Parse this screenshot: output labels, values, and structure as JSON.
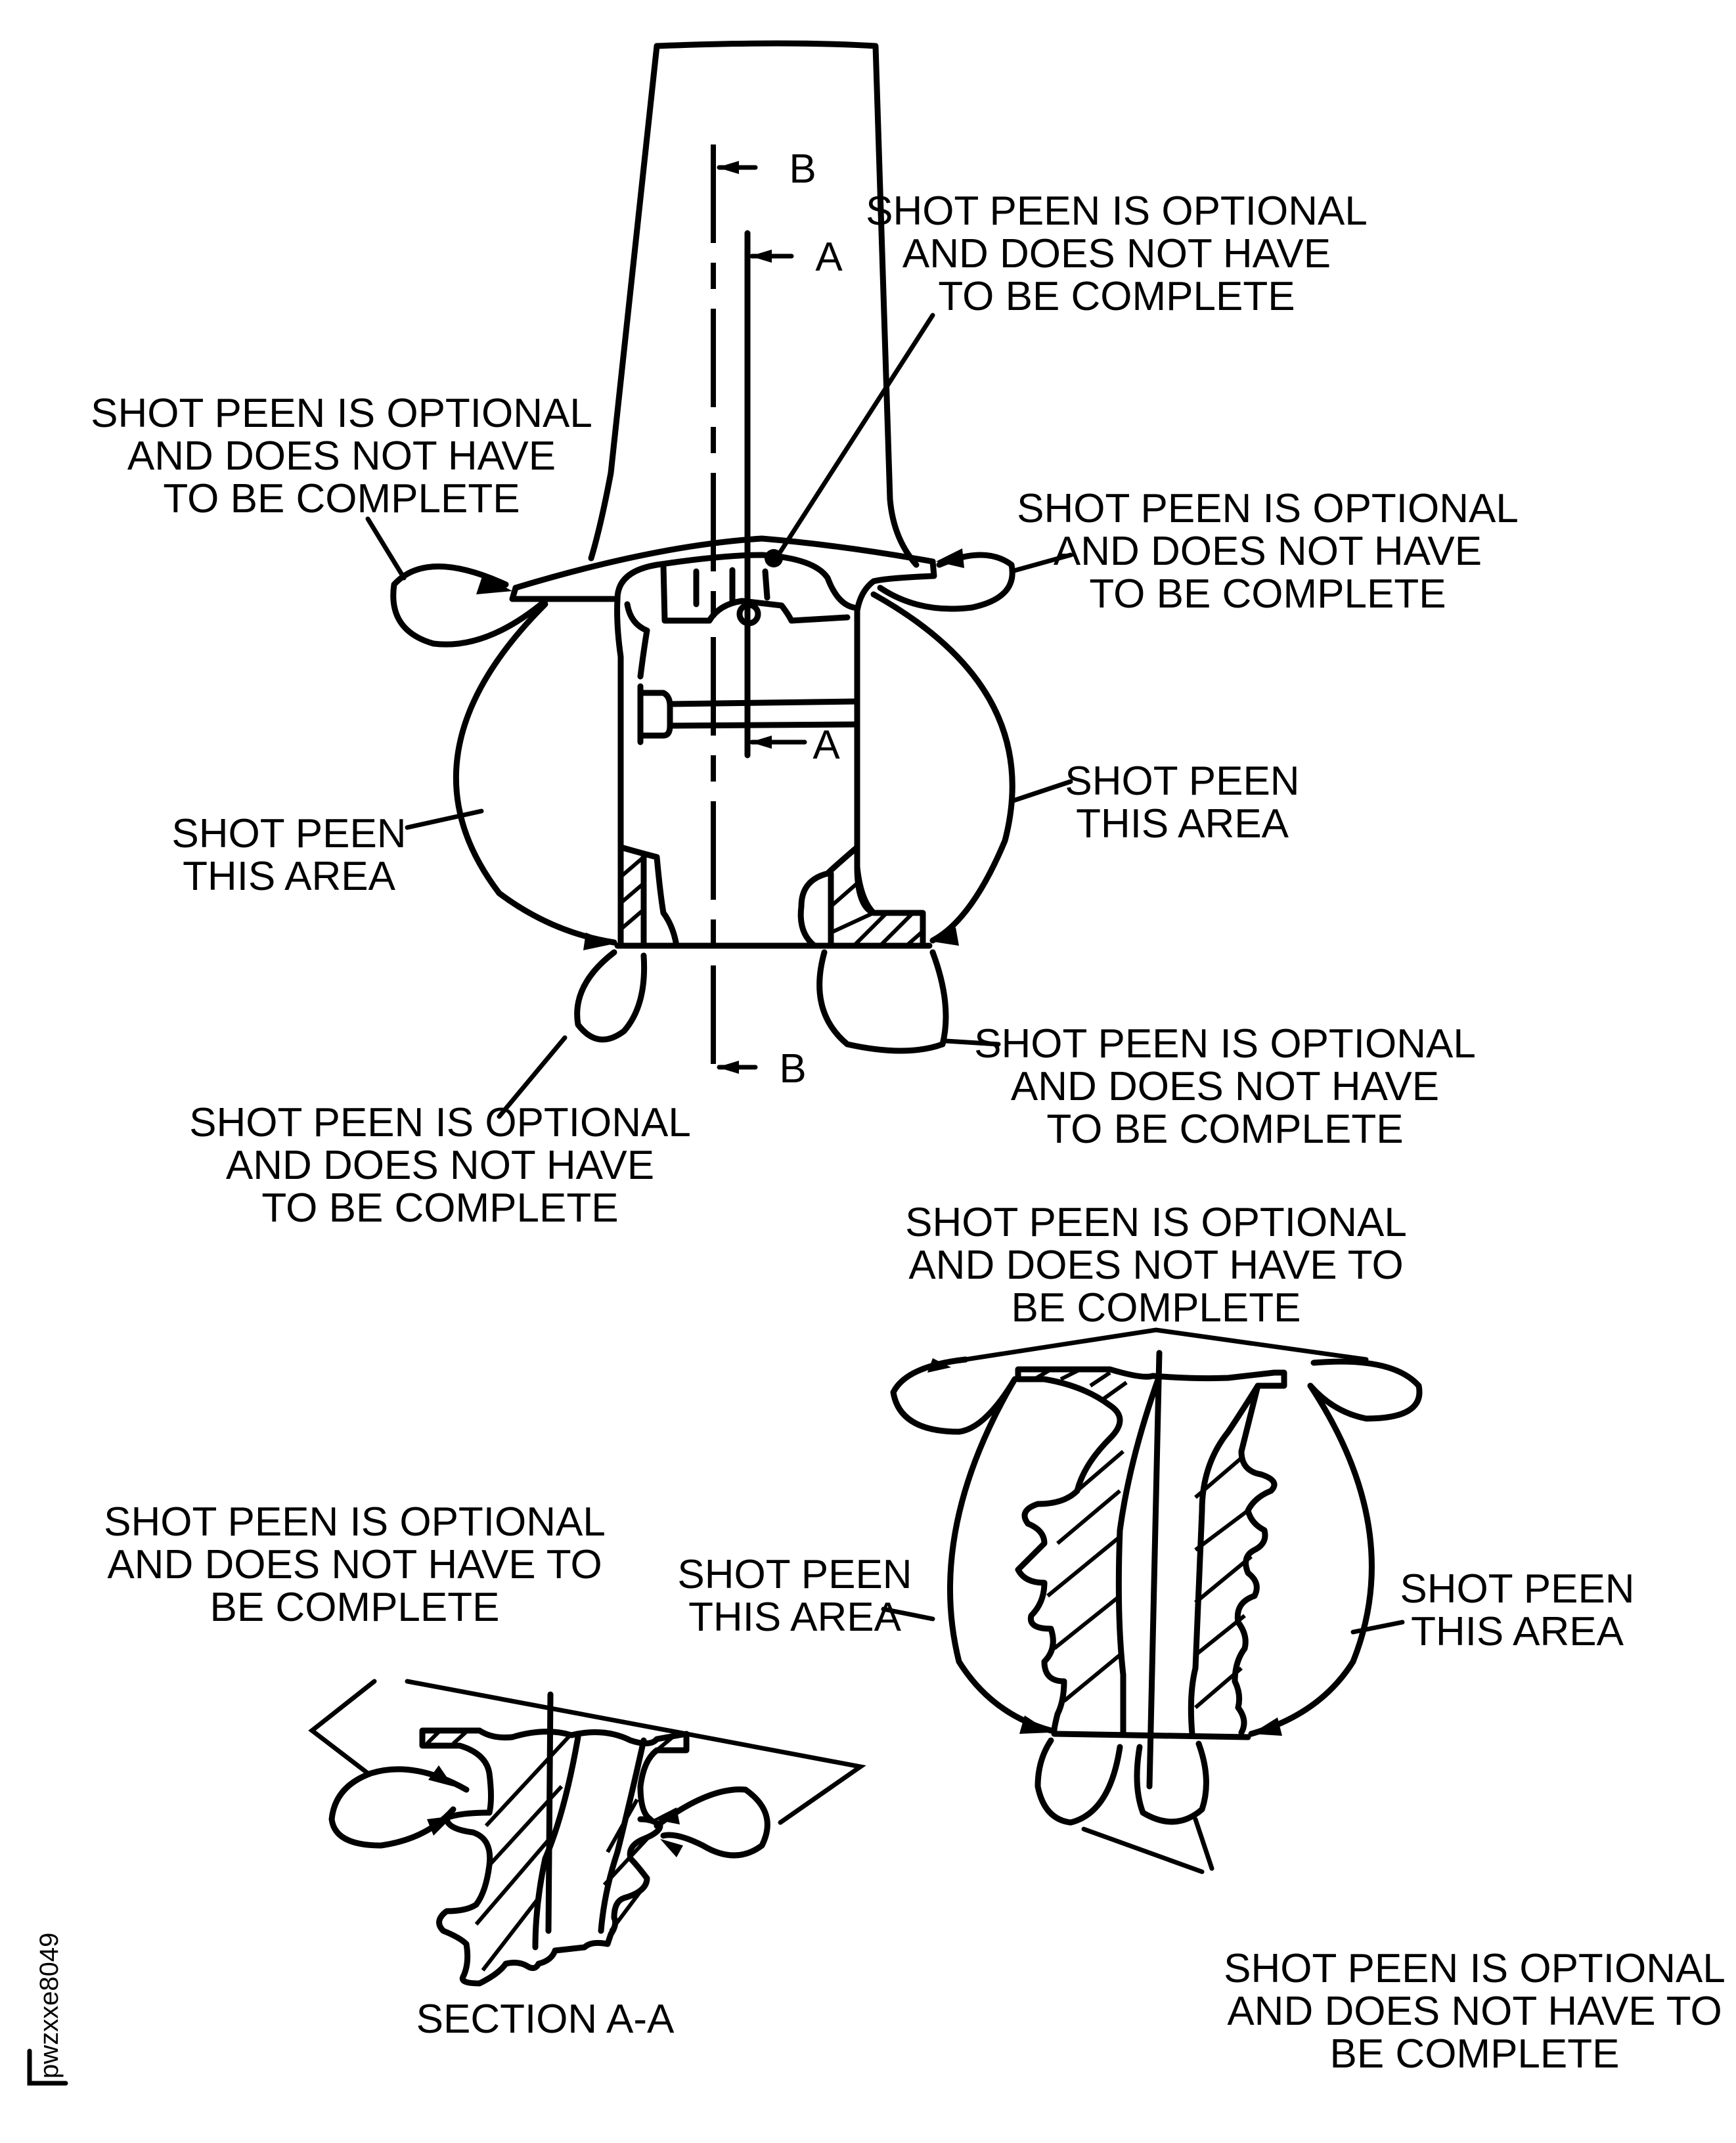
{
  "figure": {
    "figure_id": "pwzxxe8049",
    "section_marks": {
      "b_top": "B",
      "a_top": "A",
      "a_bottom": "A",
      "b_bottom": "B"
    },
    "section_title": "SECTION A-A"
  },
  "callouts": {
    "top_center": [
      "SHOT PEEN IS OPTIONAL",
      "AND DOES NOT HAVE",
      "TO BE COMPLETE"
    ],
    "top_left": [
      "SHOT PEEN IS OPTIONAL",
      "AND DOES NOT HAVE",
      "TO BE COMPLETE"
    ],
    "top_right": [
      "SHOT PEEN IS OPTIONAL",
      "AND DOES NOT HAVE",
      "TO BE COMPLETE"
    ],
    "main_left_area": [
      "SHOT PEEN",
      "THIS AREA"
    ],
    "main_right_area": [
      "SHOT PEEN",
      "THIS AREA"
    ],
    "bottom_left": [
      "SHOT PEEN IS OPTIONAL",
      "AND DOES NOT HAVE",
      "TO BE COMPLETE"
    ],
    "bottom_right": [
      "SHOT PEEN IS OPTIONAL",
      "AND DOES NOT HAVE",
      "TO BE COMPLETE"
    ],
    "sectionB_top": [
      "SHOT PEEN IS OPTIONAL",
      "AND DOES NOT HAVE TO",
      "BE COMPLETE"
    ],
    "sectionA_top": [
      "SHOT PEEN IS OPTIONAL",
      "AND DOES NOT HAVE TO",
      "BE COMPLETE"
    ],
    "sectionB_left_area": [
      "SHOT PEEN",
      "THIS AREA"
    ],
    "sectionB_right_area": [
      "SHOT PEEN",
      "THIS AREA"
    ],
    "sectionB_bottom": [
      "SHOT PEEN IS OPTIONAL",
      "AND DOES NOT HAVE TO",
      "BE COMPLETE"
    ]
  }
}
